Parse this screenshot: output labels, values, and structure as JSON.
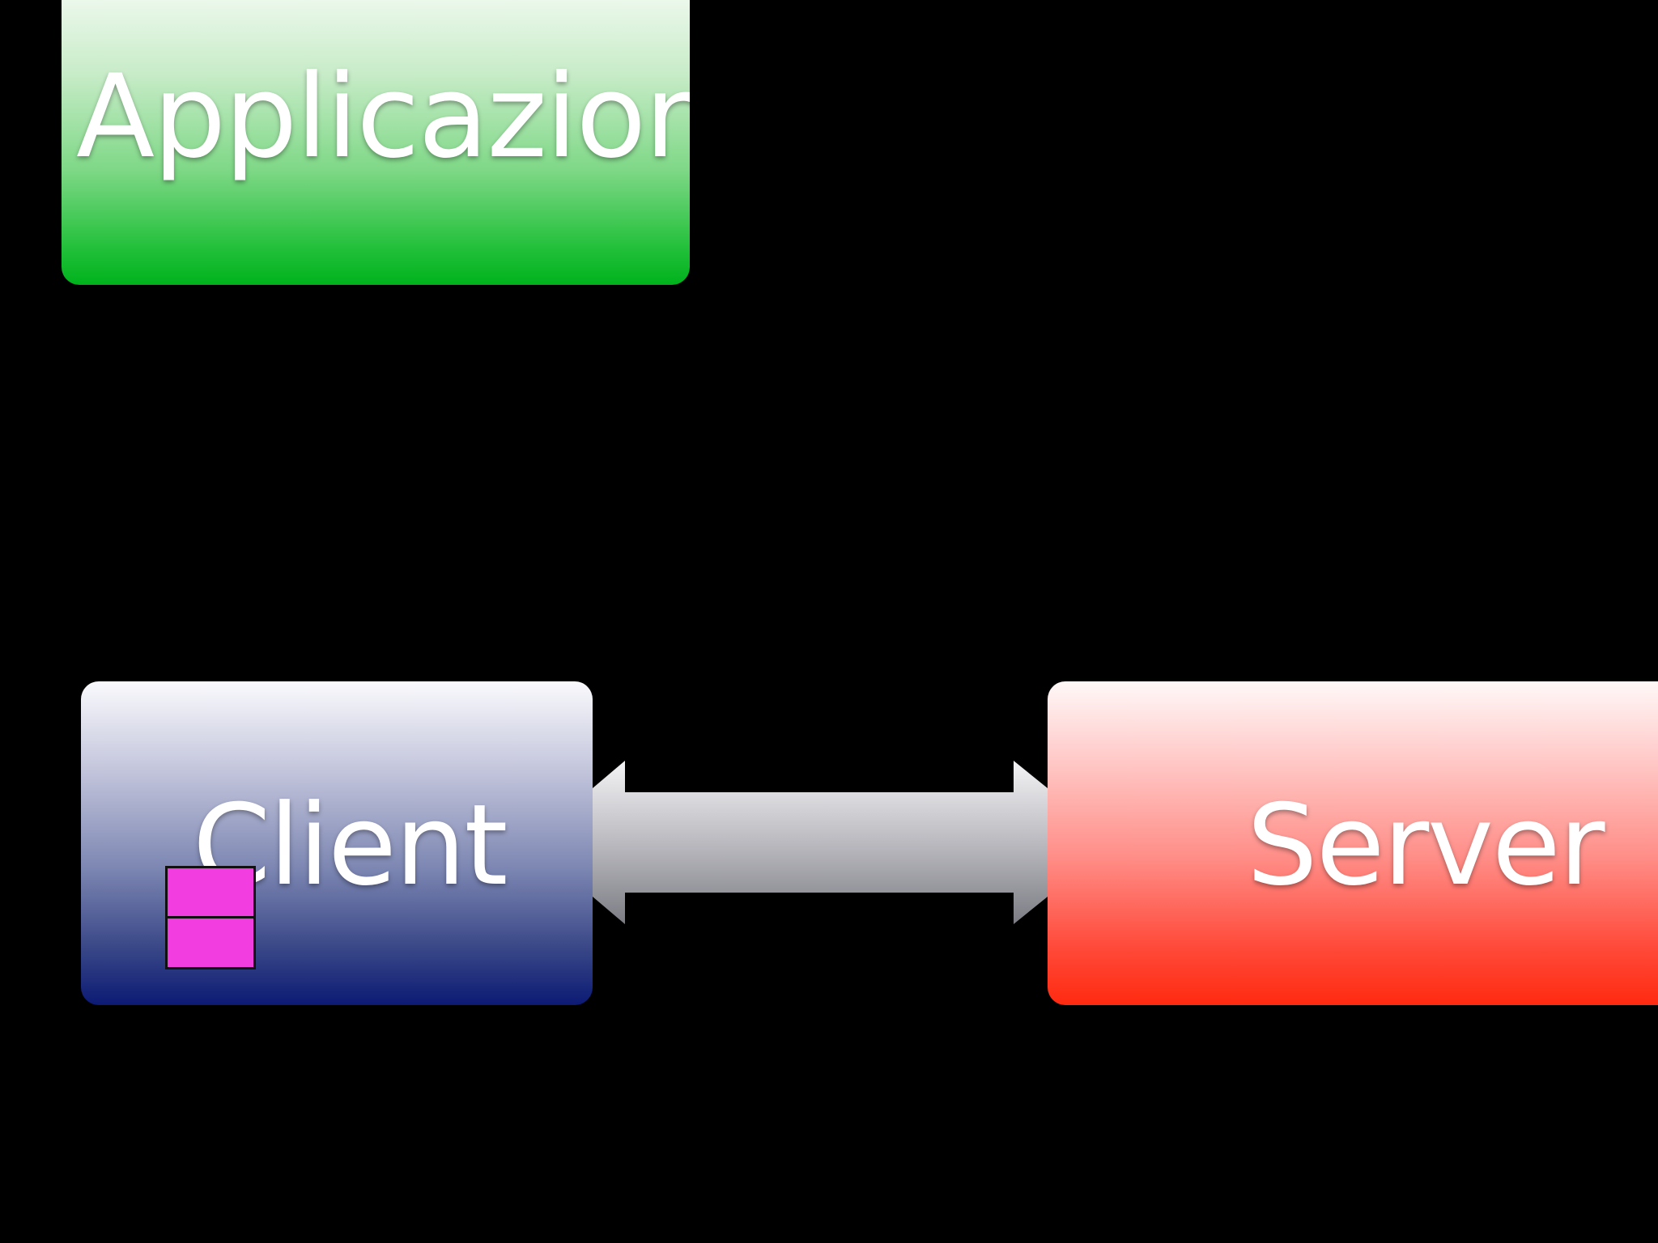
{
  "diagram": {
    "application": {
      "label": "Applicazione",
      "color": "#00b21c"
    },
    "client": {
      "label": "Client",
      "color": "#0c1a74"
    },
    "server": {
      "label": "Server",
      "color": "#ff2a10"
    },
    "connector": {
      "kind": "bidirectional-arrow",
      "color": "#b4b4b8"
    },
    "client_blocks": {
      "count": 2,
      "color": "#f23ee0"
    }
  }
}
